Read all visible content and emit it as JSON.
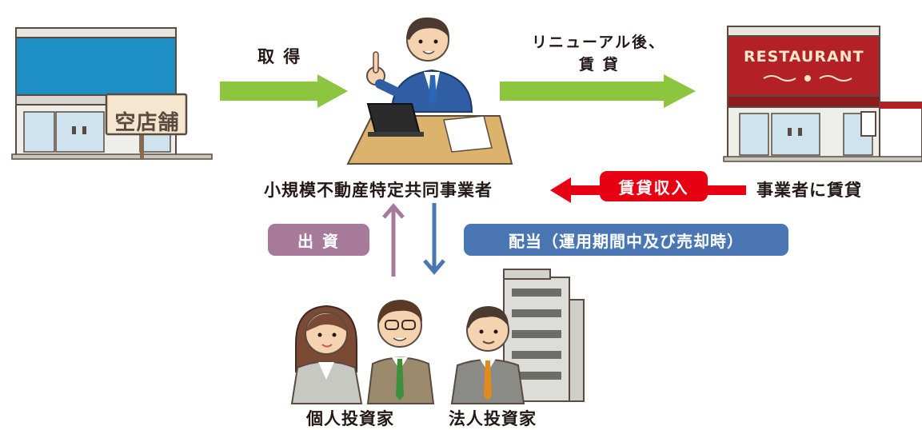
{
  "flow": {
    "acquire_label": "取 得",
    "renovate_label_line1": "リニューアル後、",
    "renovate_label_line2": "賃 貸"
  },
  "vacant_store": {
    "sign_text": "空店舗"
  },
  "restaurant": {
    "sign_text": "RESTAURANT"
  },
  "operator": {
    "label": "小規模不動産特定共同事業者"
  },
  "tenant": {
    "label": "事業者に賃貸"
  },
  "rental_income": {
    "label": "賃貸収入"
  },
  "investment": {
    "label": "出 資"
  },
  "dividend": {
    "label": "配当（運用期間中及び売却時）"
  },
  "investors": {
    "individual_label": "個人投資家",
    "corporate_label": "法人投資家"
  },
  "colors": {
    "green_arrow": "#8cc63f",
    "red_arrow": "#e60012",
    "purple": "#a77a9a",
    "blue": "#4a77b4"
  }
}
